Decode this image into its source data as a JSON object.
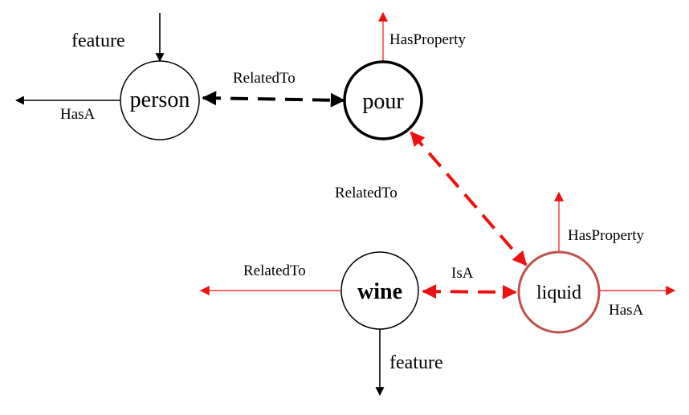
{
  "colors": {
    "black": "#000000",
    "red": "#ee1111",
    "liquid_border": "#c0504d"
  },
  "nodes": {
    "person": "person",
    "pour": "pour",
    "wine": "wine",
    "liquid": "liquid"
  },
  "edges": {
    "person_feature": "feature",
    "person_hasa": "HasA",
    "person_pour_relatedto": "RelatedTo",
    "pour_hasproperty": "HasProperty",
    "pour_liquid_relatedto": "RelatedTo",
    "liquid_hasproperty": "HasProperty",
    "liquid_hasa": "HasA",
    "wine_liquid_isa": "IsA",
    "wine_relatedto": "RelatedTo",
    "wine_feature": "feature"
  }
}
